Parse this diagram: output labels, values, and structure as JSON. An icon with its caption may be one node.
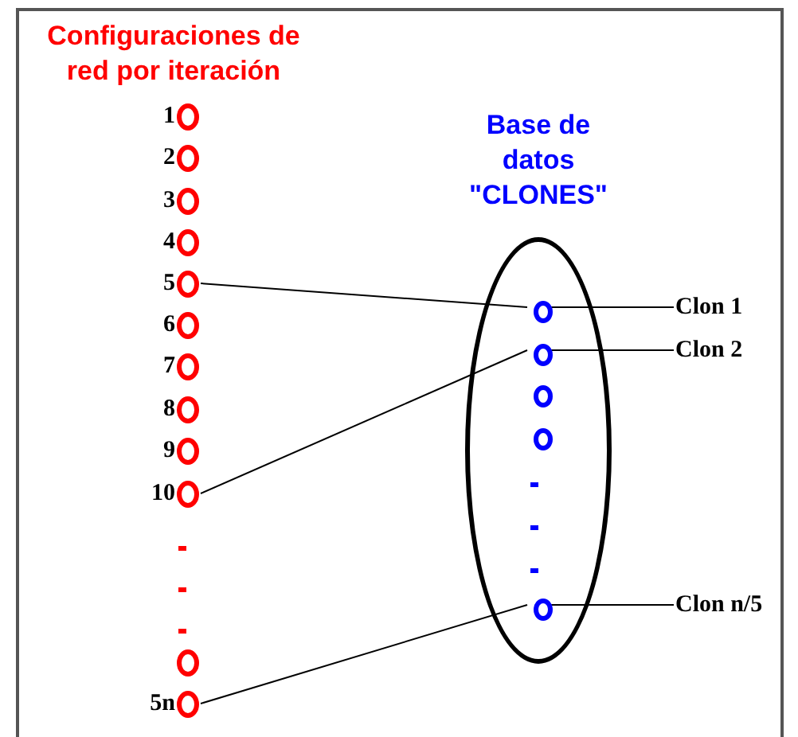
{
  "diagram": {
    "title": "Configuraciones de red por iteración",
    "nodes": [
      {
        "text": [],
        "shape": "circle",
        "beside": [
          "1"
        ]
      },
      {
        "text": [],
        "shape": "circle",
        "beside": [
          "2"
        ]
      },
      {
        "text": [],
        "shape": "circle",
        "beside": [
          "3"
        ]
      },
      {
        "text": [],
        "shape": "circle",
        "beside": [
          "4"
        ]
      },
      {
        "text": [],
        "shape": "circle",
        "beside": [
          "5"
        ]
      },
      {
        "text": [],
        "shape": "circle",
        "beside": [
          "6"
        ]
      },
      {
        "text": [],
        "shape": "circle",
        "beside": [
          "7"
        ]
      },
      {
        "text": [],
        "shape": "circle",
        "beside": [
          "8"
        ]
      },
      {
        "text": [],
        "shape": "circle",
        "beside": [
          "9"
        ]
      },
      {
        "text": [],
        "shape": "circle",
        "beside": [
          "10"
        ]
      },
      {
        "text": [],
        "shape": "circle"
      },
      {
        "text": [],
        "shape": "circle",
        "beside": [
          "5n"
        ]
      },
      {
        "text": [
          "Base de datos \"CLONES\""
        ]
      },
      {
        "text": [],
        "shape": "circle",
        "in": 12
      },
      {
        "text": [],
        "shape": "circle",
        "in": 12
      },
      {
        "text": [],
        "shape": "circle",
        "in": 12
      },
      {
        "text": [],
        "shape": "circle",
        "in": 12
      },
      {
        "text": [],
        "shape": "circle",
        "in": 12
      },
      {
        "text": [
          "Clon 1"
        ]
      },
      {
        "text": [
          "Clon 2"
        ]
      },
      {
        "text": [
          "Clon n/5"
        ]
      }
    ],
    "edges": [
      {
        "from": 4,
        "to": 13,
        "arrow": "none"
      },
      {
        "from": 9,
        "to": 14,
        "arrow": "none"
      },
      {
        "from": 11,
        "to": 17,
        "arrow": "none"
      },
      {
        "from": 13,
        "to": 18,
        "arrow": "none"
      },
      {
        "from": 14,
        "to": 19,
        "arrow": "none"
      },
      {
        "from": 17,
        "to": 20,
        "arrow": "none"
      }
    ]
  }
}
